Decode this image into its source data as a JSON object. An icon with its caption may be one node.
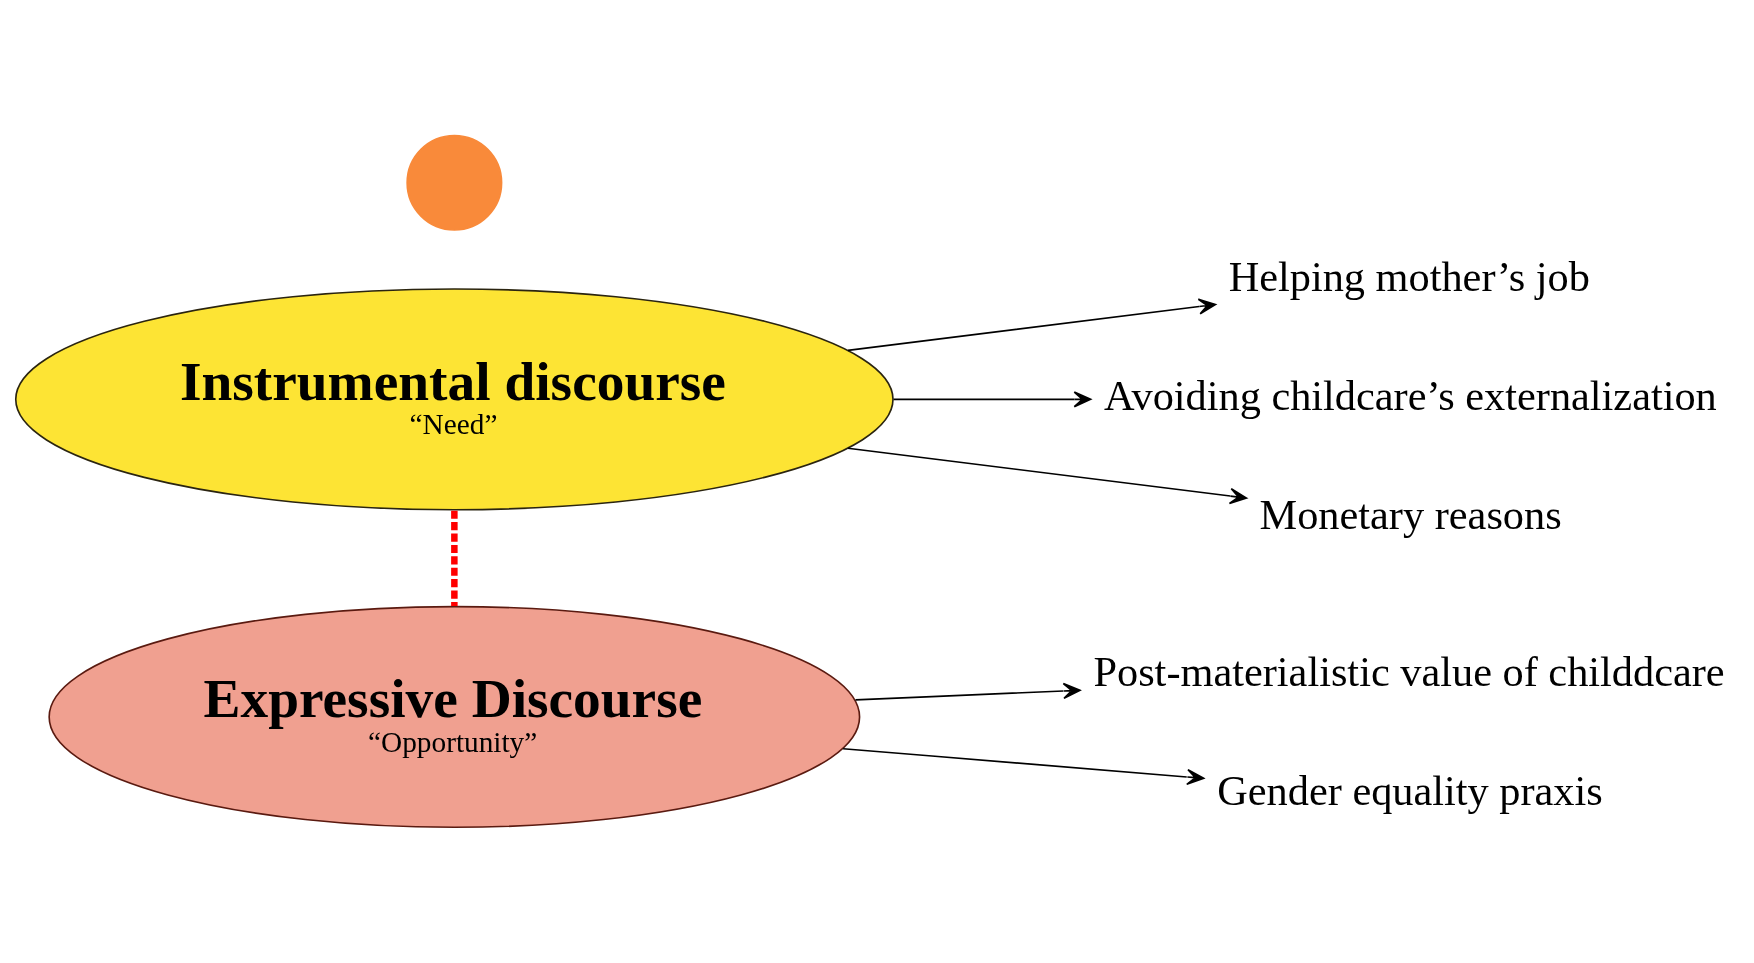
{
  "diagram": {
    "nodes": [
      {
        "text": [
          "Instrumental discourse",
          "“Need”"
        ]
      },
      {
        "text": [
          "Helping mother’s job"
        ]
      },
      {
        "text": [
          "Avoiding childcare’s externalization"
        ]
      },
      {
        "text": [
          "Monetary reasons"
        ]
      },
      {
        "text": [
          "Expressive Discourse",
          "“Opportunity”"
        ]
      },
      {
        "text": [
          "Post-materialistic value of childdcare"
        ]
      },
      {
        "text": [
          "Gender equality praxis"
        ]
      },
      {
        "text": [],
        "shape": "circle"
      }
    ],
    "edges": [
      {
        "from": 0,
        "to": 1,
        "arrow": "to"
      },
      {
        "from": 0,
        "to": 2,
        "arrow": "to"
      },
      {
        "from": 0,
        "to": 3,
        "arrow": "to"
      },
      {
        "from": 0,
        "to": 4,
        "arrow": "none",
        "style": "dashed",
        "color": "#ff0000"
      },
      {
        "from": 4,
        "to": 5,
        "arrow": "to"
      },
      {
        "from": 4,
        "to": 6,
        "arrow": "to"
      }
    ]
  }
}
